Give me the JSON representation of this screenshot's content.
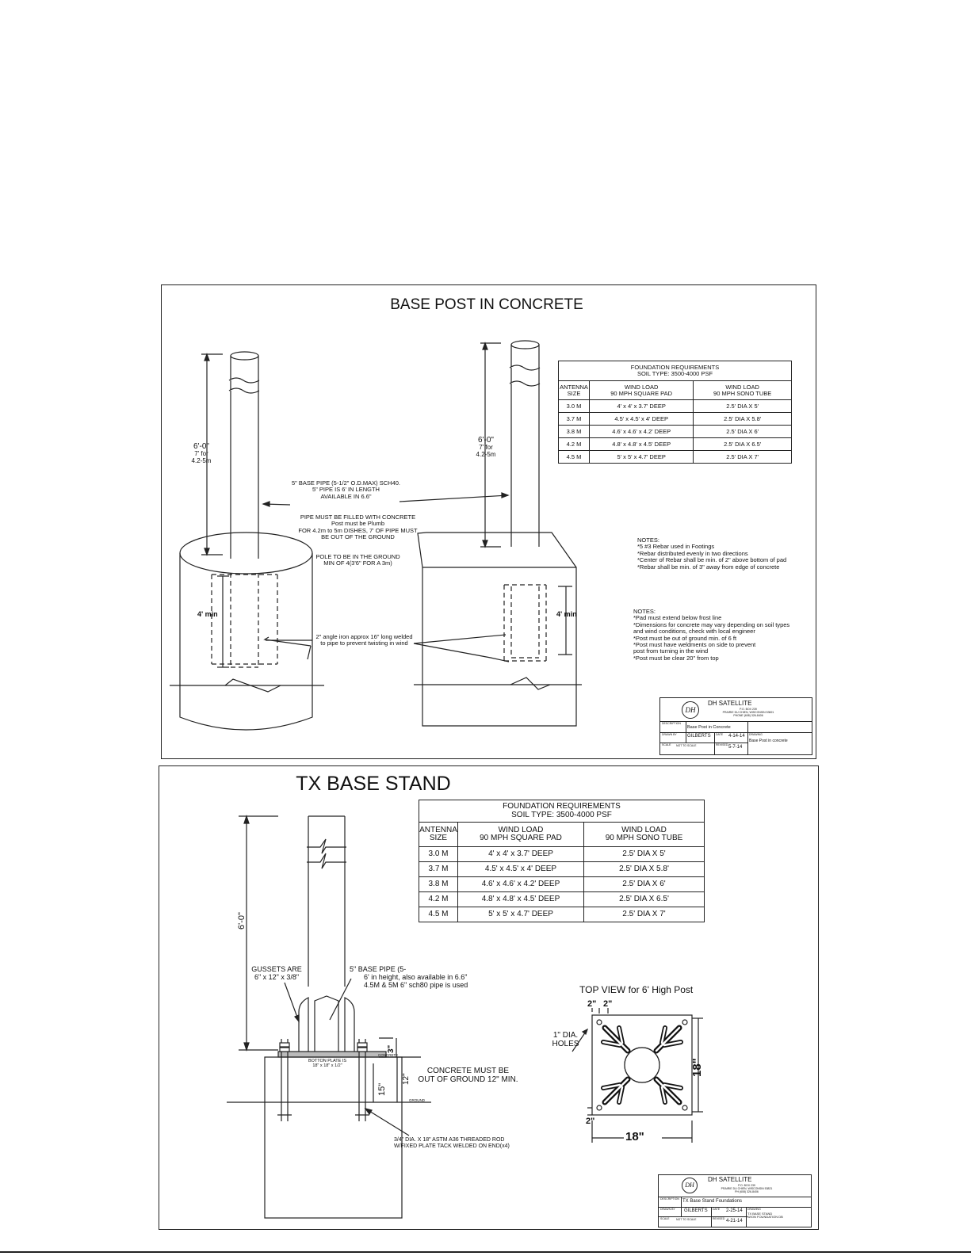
{
  "sheet1": {
    "title": "BASE POST IN CONCRETE",
    "left_height_dim": [
      "6'-0\"",
      "7' for",
      "4.2-5m"
    ],
    "right_height_dim": [
      "6'-0\"",
      "7' for",
      "4.2-5m"
    ],
    "pipe_note": [
      "5\" BASE PIPE (5-1/2\" O.D.MAX) SCH40.",
      "5\" PIPE IS 6' IN LENGTH",
      "AVAILABLE IN 6.6\""
    ],
    "fill_note": [
      "PIPE MUST BE FILLED WITH CONCRETE",
      "Post must be Plumb",
      "FOR 4.2m to 5m DISHES, 7' OF PIPE MUST",
      "BE OUT OF THE GROUND"
    ],
    "pole_note": [
      "POLE TO BE IN THE GROUND",
      "MIN OF 4(3'6\" FOR A 3m)"
    ],
    "left_depth": "4' min",
    "right_depth": "4' min",
    "angle_note": [
      "2\" angle iron approx 16\" long welded",
      "to pipe to prevent twisting in wind"
    ],
    "notes1": [
      "NOTES:",
      "*5 #3 Rebar used in Footings",
      "*Rebar distributed evenly in two directions",
      "*Center of Rebar shall be min. of 2\" above bottom of pad",
      "*Rebar shall be min. of 3\" away from edge of concrete"
    ],
    "notes2": [
      "NOTES:",
      "*Pad must extend below frost line",
      "*Dimensions for concrete may vary depending on soil types",
      "and wind conditions, check with local engineer",
      "*Post must be out of ground min. of 6 ft",
      "*Post must have weldments on side to prevent",
      "post from turning in the wind",
      "*Post must be clear 20\" from top"
    ],
    "table": {
      "title1": "FOUNDATION REQUIREMENTS",
      "title2": "SOIL TYPE: 3500-4000 PSF",
      "head": [
        [
          "ANTENNA",
          "SIZE"
        ],
        [
          "WIND LOAD",
          "90 MPH SQUARE PAD"
        ],
        [
          "WIND LOAD",
          "90 MPH SONO TUBE"
        ]
      ],
      "rows": [
        [
          "3.0 M",
          "4' x 4' x 3.7' DEEP",
          "2.5' DIA X 5'"
        ],
        [
          "3.7 M",
          "4.5' x 4.5' x 4' DEEP",
          "2.5' DIA X 5.8'"
        ],
        [
          "3.8 M",
          "4.6' x 4.6' x 4.2' DEEP",
          "2.5' DIA X 6'"
        ],
        [
          "4.2 M",
          "4.8' x 4.8' x 4.5' DEEP",
          "2.5' DIA X 6.5'"
        ],
        [
          "4.5 M",
          "5' x 5' x 4.7' DEEP",
          "2.5' DIA X 7'"
        ]
      ]
    },
    "titleblock": {
      "company": "DH SATELLITE",
      "logo": "DH",
      "addr": [
        "P.O. BOX 239",
        "PRAIRIE DU CHIEN, WISCONSIN 53821",
        "PHONE (608) 326-8406"
      ],
      "desc_label": "DESCRIPTION",
      "desc": "Base Post in Concrete",
      "drawn_label": "DRAWN BY",
      "drawn": "GILBERTS",
      "date_label": "DATE",
      "date": "4-14-14",
      "dwg_label": "DRAWING",
      "dwg": "Base Post in concrete",
      "scale_label": "SCALE",
      "scale": "NOT TO SCALE",
      "rev_label": "REVISED",
      "rev": "5-7-14"
    }
  },
  "sheet2": {
    "title": "TX BASE STAND",
    "height_dim": "6'-0\"",
    "gussets": [
      "GUSSETS ARE",
      "6\" x 12\" x 3/8\""
    ],
    "pipe_note": [
      "5\" BASE PIPE (5-",
      "6' in height, also available in 6.6\"",
      "4.5M & 5M 6\" sch80 pipe is used"
    ],
    "plate_note": [
      "BOTTON PLATE IS",
      "18\" x 18\" x 1/2\""
    ],
    "concrete_label": "CONCRETE",
    "ground_label": "GROUND",
    "dim_3": "3\"",
    "dim_12": "12\"",
    "dim_15": "15\"",
    "concrete_note": [
      "CONCRETE MUST BE",
      "OUT OF GROUND 12\" MIN."
    ],
    "rod_note": [
      "3/4\" DIA. X 18\" ASTM A36 THREADED ROD",
      "W/FIXED PLATE TACK WELDED ON END(x4)"
    ],
    "top_view_title": "TOP VIEW for 6' High Post",
    "top_dims": [
      "2\"",
      "2\""
    ],
    "holes_label": [
      "1\" DIA.",
      "HOLES"
    ],
    "side_dim": "18\"",
    "bottom_dim": "18\"",
    "corner_dim": "2\"",
    "table": {
      "title1": "FOUNDATION REQUIREMENTS",
      "title2": "SOIL TYPE: 3500-4000 PSF",
      "head": [
        [
          "ANTENNA",
          "SIZE"
        ],
        [
          "WIND LOAD",
          "90 MPH SQUARE PAD"
        ],
        [
          "WIND LOAD",
          "90 MPH SONO TUBE"
        ]
      ],
      "rows": [
        [
          "3.0 M",
          "4' x 4' x 3.7' DEEP",
          "2.5' DIA X 5'"
        ],
        [
          "3.7 M",
          "4.5' x 4.5' x 4' DEEP",
          "2.5' DIA X 5.8'"
        ],
        [
          "3.8 M",
          "4.6' x 4.6' x 4.2' DEEP",
          "2.5' DIA X 6'"
        ],
        [
          "4.2 M",
          "4.8' x 4.8' x 4.5' DEEP",
          "2.5' DIA X 6.5'"
        ],
        [
          "4.5 M",
          "5' x 5' x 4.7' DEEP",
          "2.5' DIA X 7'"
        ]
      ]
    },
    "titleblock": {
      "company": "DH SATELLITE",
      "logo": "DH",
      "addr": [
        "P.O. BOX 239",
        "PRAIRIE DU CHIEN, WISCONSIN 53821",
        "PH (608) 326-8406"
      ],
      "desc_label": "DESCRIPTION",
      "desc": "TX Base Stand Foundations",
      "drawn_label": "DRAWN BY",
      "drawn": "GILBERTS",
      "date_label": "DATE",
      "date": "2-25-14",
      "dwg_label": "DRAWING",
      "dwg": [
        "TX BASE STAND",
        "W/ON FOUNDATION DB"
      ],
      "scale_label": "SCALE",
      "scale": "NOT TO SCALE",
      "rev_label": "REVISED",
      "rev": "4-21-14"
    }
  }
}
